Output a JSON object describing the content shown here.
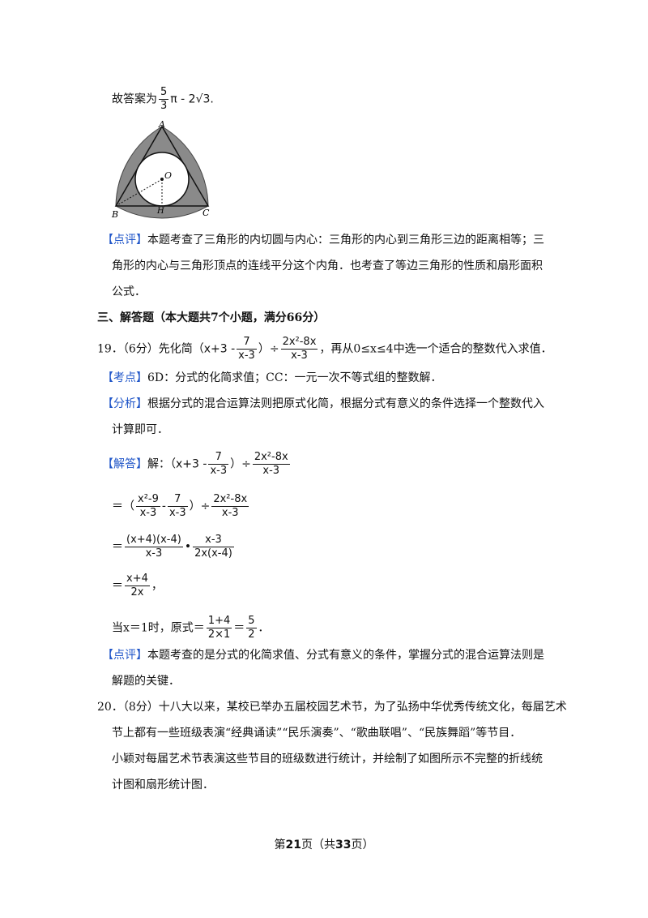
{
  "answer": {
    "prefix": "故答案为",
    "frac_num": "5",
    "frac_den": "3",
    "tail": "π - 2√3."
  },
  "figure": {
    "labels": {
      "a": "A",
      "o": "O",
      "b": "B",
      "h": "H",
      "c": "C"
    }
  },
  "review18": {
    "tag": "【点评】",
    "line1": "本题考查了三角形的内切圆与内心：三角形的内心到三角形三边的距离相等；三",
    "line2": "角形的内心与三角形顶点的连线平分这个内角．也考查了等边三角形的性质和扇形面积",
    "line3": "公式．"
  },
  "section3": {
    "title": "三、解答题（本大题共7个小题，满分66分）"
  },
  "q19": {
    "head": "19．（6分）先化简（",
    "x3": "x+3 -",
    "f1_num": "7",
    "f1_den": "x-3",
    "div": "）÷",
    "f2_num": "2x²-8x",
    "f2_den": "x-3",
    "tail": "，再从0≤x≤4中选一个适合的整数代入求值．",
    "kaodian_tag": "【考点】",
    "kaodian": "6D：分式的化简求值；CC：一元一次不等式组的整数解．",
    "fenxi_tag": "【分析】",
    "fenxi1": "根据分式的混合运算法则把原式化简，根据分式有意义的条件选择一个整数代入",
    "fenxi2": "计算即可．",
    "jieda_tag": "【解答】",
    "jie": "解：（",
    "s1_x3": "x+3 -",
    "s1_f1_num": "7",
    "s1_f1_den": "x-3",
    "s1_div": "）÷",
    "s1_f2_num": "2x²-8x",
    "s1_f2_den": "x-3",
    "s2_eq": "＝（",
    "s2_f1_num": "x²-9",
    "s2_f1_den": "x-3",
    "s2_minus": "-",
    "s2_f2_num": "7",
    "s2_f2_den": "x-3",
    "s2_div": "）÷",
    "s2_f3_num": "2x²-8x",
    "s2_f3_den": "x-3",
    "s3_eq": "＝",
    "s3_f1_num": "(x+4)(x-4)",
    "s3_f1_den": "x-3",
    "s3_dot": "•",
    "s3_f2_num": "x-3",
    "s3_f2_den": "2x(x-4)",
    "s4_eq": "＝",
    "s4_f_num": "x+4",
    "s4_f_den": "2x",
    "s4_tail": "，",
    "s5_pre": "当x＝1时，原式＝",
    "s5_f1_num": "1+4",
    "s5_f1_den": "2×1",
    "s5_eq": "＝",
    "s5_f2_num": "5",
    "s5_f2_den": "2",
    "s5_tail": "．",
    "dianping_tag": "【点评】",
    "dianping1": "本题考查的是分式的化简求值、分式有意义的条件，掌握分式的混合运算法则是",
    "dianping2": "解题的关键．"
  },
  "q20": {
    "line1": "20．（8分）十八大以来，某校已举办五届校园艺术节，为了弘扬中华优秀传统文化，每届艺术",
    "line2": "节上都有一些班级表演“经典诵读”“民乐演奏”、“歌曲联唱”、“民族舞蹈”等节目．",
    "line3": "小颖对每届艺术节表演这些节目的班级数进行统计，并绘制了如图所示不完整的折线统",
    "line4": "计图和扇形统计图．"
  },
  "footer": {
    "pre": "第",
    "page": "21",
    "mid": "页（共",
    "total": "33",
    "post": "页）"
  }
}
